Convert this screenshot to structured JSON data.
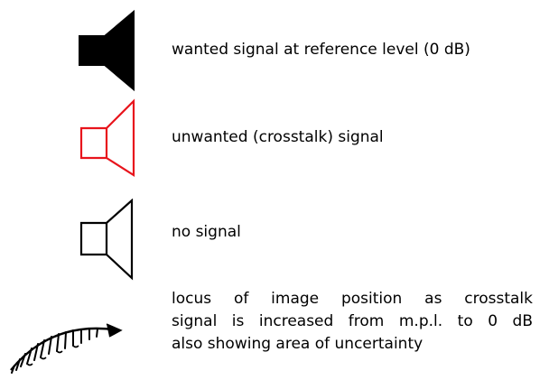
{
  "legend": {
    "items": [
      {
        "icon": "loudspeaker-filled-icon",
        "color": "#000000",
        "label": "wanted signal at reference level (0 dB)"
      },
      {
        "icon": "loudspeaker-outline-icon",
        "color": "#e8141c",
        "label": "unwanted (crosstalk) signal"
      },
      {
        "icon": "loudspeaker-outline-icon",
        "color": "#000000",
        "label": "no signal"
      },
      {
        "icon": "hatched-arrow-locus-icon",
        "color": "#000000",
        "label_lines": [
          "locus of image position as crosstalk",
          "signal is increased from m.p.l. to 0 dB",
          "also showing area of uncertainty"
        ]
      }
    ]
  }
}
